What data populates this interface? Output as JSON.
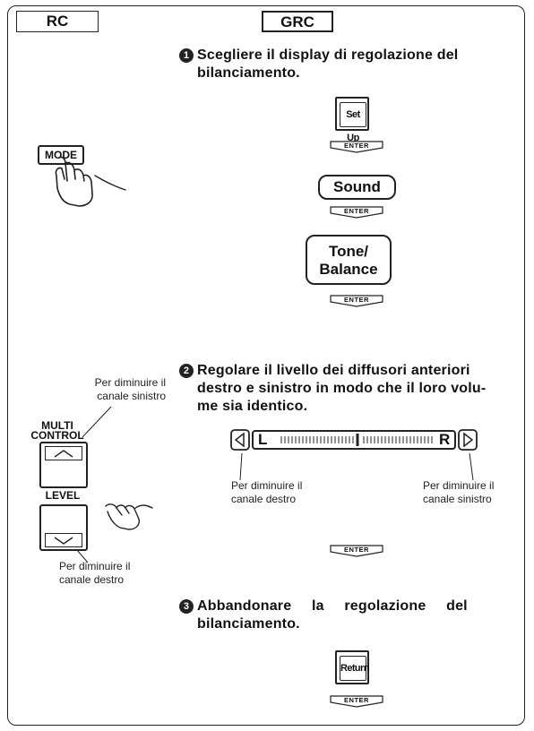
{
  "headers": {
    "rc": "RC",
    "grc": "GRC"
  },
  "steps": [
    {
      "number": "1",
      "line1": "Scegliere il display di regolazione del",
      "line2": "bilanciamento."
    },
    {
      "number": "2",
      "line1": "Regolare il livello dei diffusori anteriori",
      "line2": "destro e sinistro in modo che il loro volu-",
      "line3": "me sia identico."
    },
    {
      "number": "3",
      "line1": "Abbandonare la regolazione del",
      "line2": "bilanciamento."
    }
  ],
  "buttons": {
    "mode": "MODE",
    "setup": "Set Up",
    "sound": "Sound",
    "tone_line1": "Tone/",
    "tone_line2": "Balance",
    "return": "Return",
    "enter": "ENTER",
    "multi_control_line1": "MULTI",
    "multi_control_line2": "CONTROL",
    "level": "LEVEL"
  },
  "balance_bar": {
    "left": "L",
    "right": "R"
  },
  "notes": {
    "decrease_left_top_1": "Per diminuire il",
    "decrease_left_top_2": "canale sinistro",
    "decrease_right_bottom_1": "Per diminuire il",
    "decrease_right_bottom_2": "canale destro",
    "bar_decrease_right_1": "Per diminuire il",
    "bar_decrease_right_2": "canale destro",
    "bar_decrease_left_1": "Per diminuire il",
    "bar_decrease_left_2": "canale sinistro"
  }
}
